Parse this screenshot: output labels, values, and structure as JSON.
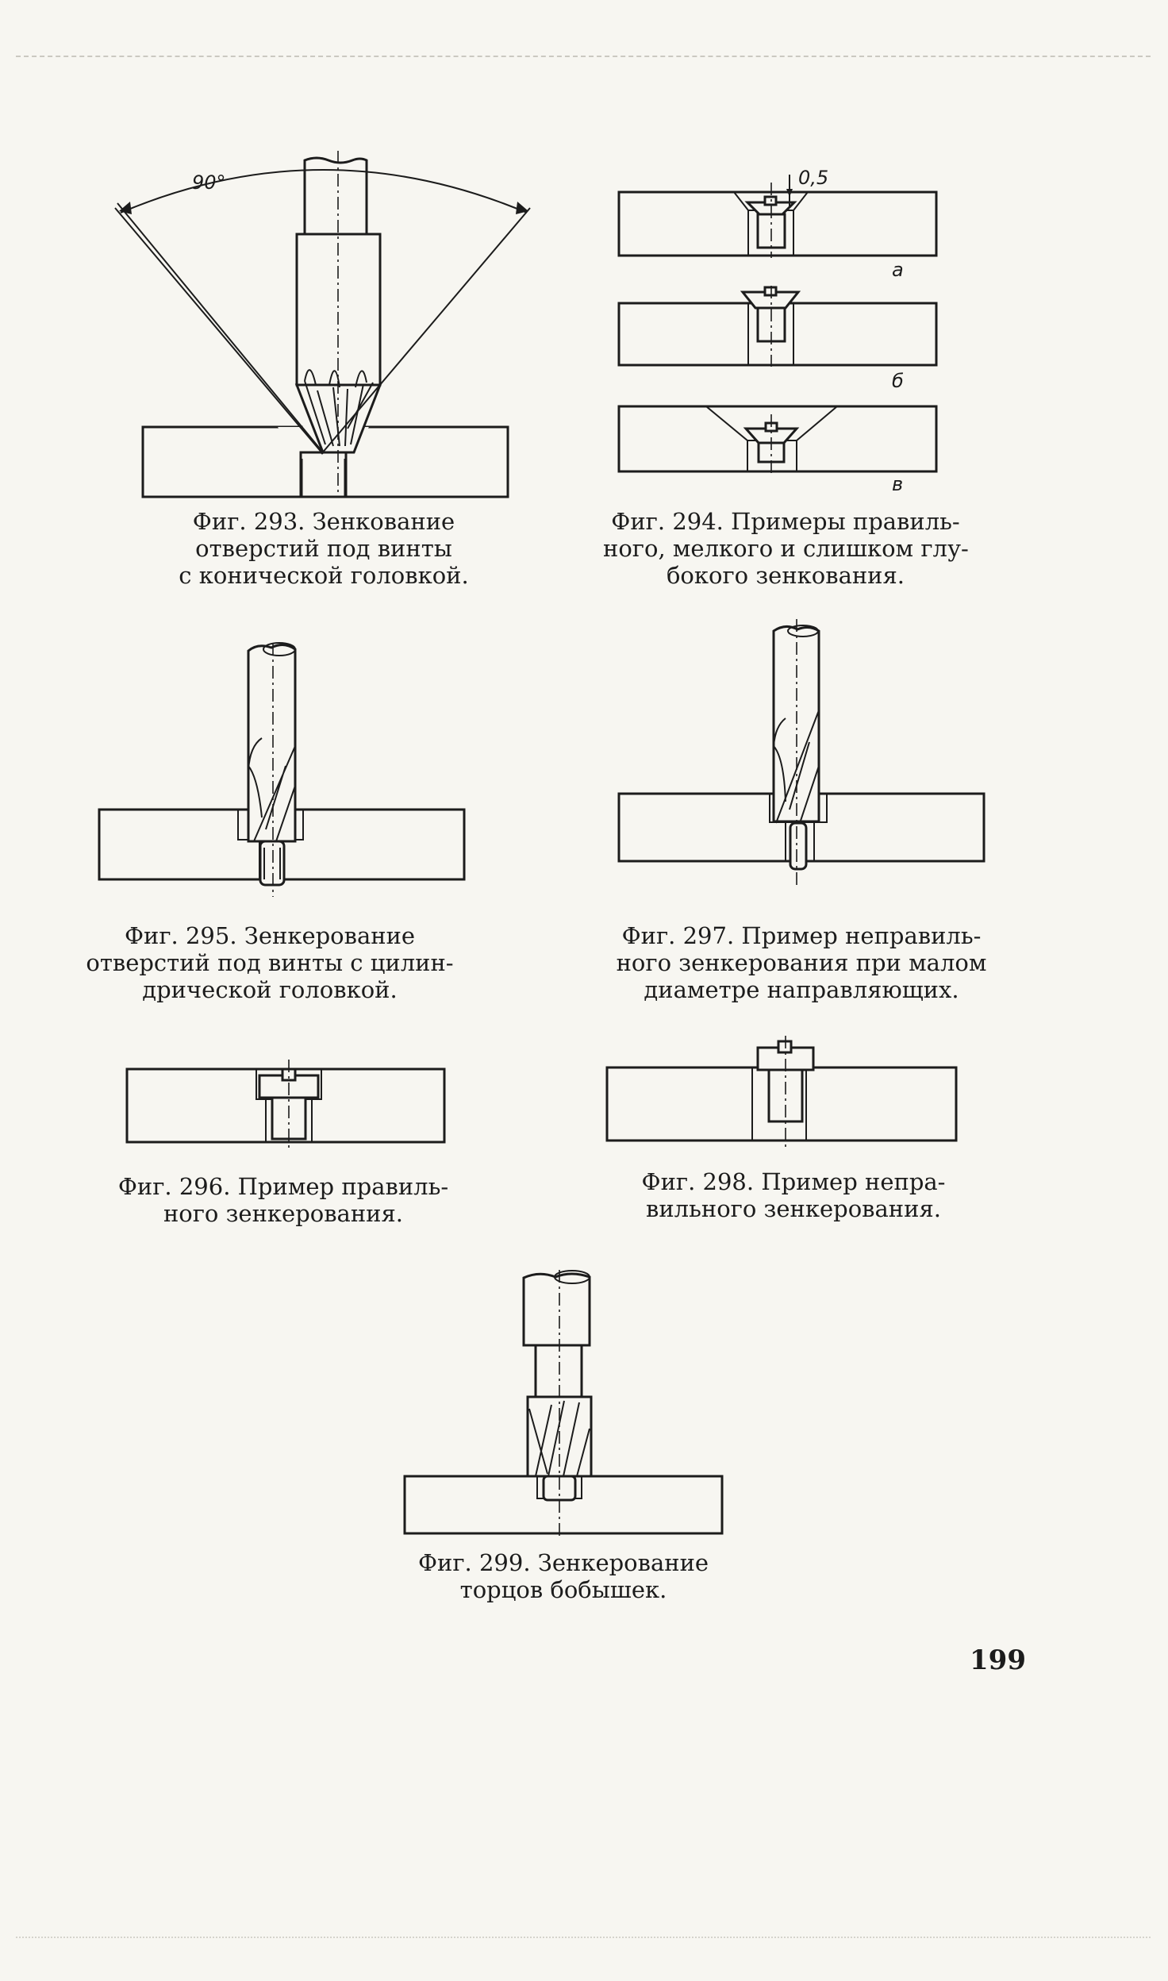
{
  "figures": {
    "fig293": {
      "caption": [
        "Фиг. 293. Зенкование",
        "отверстий под винты",
        "с конической головкой."
      ],
      "angle_label": "90°"
    },
    "fig294": {
      "caption": [
        "Фиг. 294. Примеры правиль-",
        "ного, мелкого и слишком глу-",
        "бокого зенкования."
      ],
      "dimension_label": "0,5",
      "variant_labels": [
        "а",
        "б",
        "в"
      ]
    },
    "fig295": {
      "caption": [
        "Фиг. 295. Зенкерование",
        "отверстий под винты с цилин-",
        "дрической головкой."
      ]
    },
    "fig297": {
      "caption": [
        "Фиг. 297. Пример неправиль-",
        "ного зенкерования при малом",
        "диаметре направляющих."
      ]
    },
    "fig296": {
      "caption": [
        "Фиг. 296. Пример правиль-",
        "ного зенкерования."
      ]
    },
    "fig298": {
      "caption": [
        "Фиг. 298. Пример непра-",
        "вильного зенкерования."
      ]
    },
    "fig299": {
      "caption": [
        "Фиг. 299. Зенкерование",
        "торцов бобышек."
      ]
    }
  },
  "page_number": "199"
}
